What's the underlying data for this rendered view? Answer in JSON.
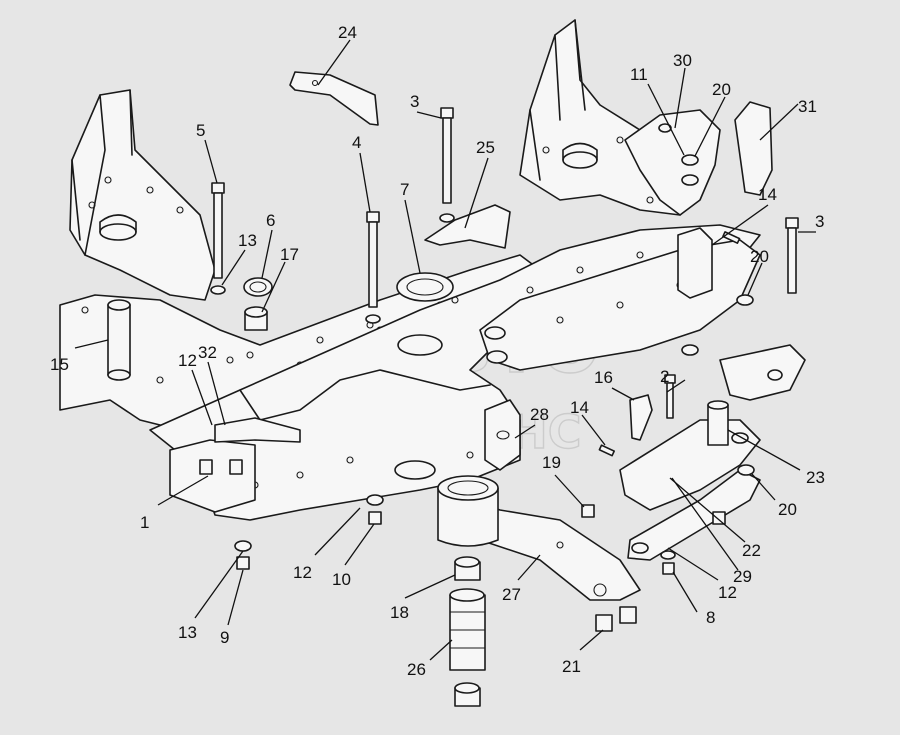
{
  "watermark": {
    "line1": "АВТО",
    "line2": "АЛЬЯНС"
  },
  "callouts": [
    {
      "id": "c1",
      "text": "1"
    },
    {
      "id": "c2",
      "text": "2"
    },
    {
      "id": "c3a",
      "text": "3"
    },
    {
      "id": "c3b",
      "text": "3"
    },
    {
      "id": "c4",
      "text": "4"
    },
    {
      "id": "c5",
      "text": "5"
    },
    {
      "id": "c6",
      "text": "6"
    },
    {
      "id": "c7",
      "text": "7"
    },
    {
      "id": "c8",
      "text": "8"
    },
    {
      "id": "c9",
      "text": "9"
    },
    {
      "id": "c10",
      "text": "10"
    },
    {
      "id": "c11",
      "text": "11"
    },
    {
      "id": "c12a",
      "text": "12"
    },
    {
      "id": "c12b",
      "text": "12"
    },
    {
      "id": "c12c",
      "text": "12"
    },
    {
      "id": "c13a",
      "text": "13"
    },
    {
      "id": "c13b",
      "text": "13"
    },
    {
      "id": "c14a",
      "text": "14"
    },
    {
      "id": "c14b",
      "text": "14"
    },
    {
      "id": "c15",
      "text": "15"
    },
    {
      "id": "c16",
      "text": "16"
    },
    {
      "id": "c17",
      "text": "17"
    },
    {
      "id": "c18",
      "text": "18"
    },
    {
      "id": "c19",
      "text": "19"
    },
    {
      "id": "c20a",
      "text": "20"
    },
    {
      "id": "c20b",
      "text": "20"
    },
    {
      "id": "c20c",
      "text": "20"
    },
    {
      "id": "c21",
      "text": "21"
    },
    {
      "id": "c22",
      "text": "22"
    },
    {
      "id": "c23",
      "text": "23"
    },
    {
      "id": "c24",
      "text": "24"
    },
    {
      "id": "c25",
      "text": "25"
    },
    {
      "id": "c26",
      "text": "26"
    },
    {
      "id": "c27",
      "text": "27"
    },
    {
      "id": "c28",
      "text": "28"
    },
    {
      "id": "c29",
      "text": "29"
    },
    {
      "id": "c30",
      "text": "30"
    },
    {
      "id": "c31",
      "text": "31"
    },
    {
      "id": "c32",
      "text": "32"
    }
  ]
}
